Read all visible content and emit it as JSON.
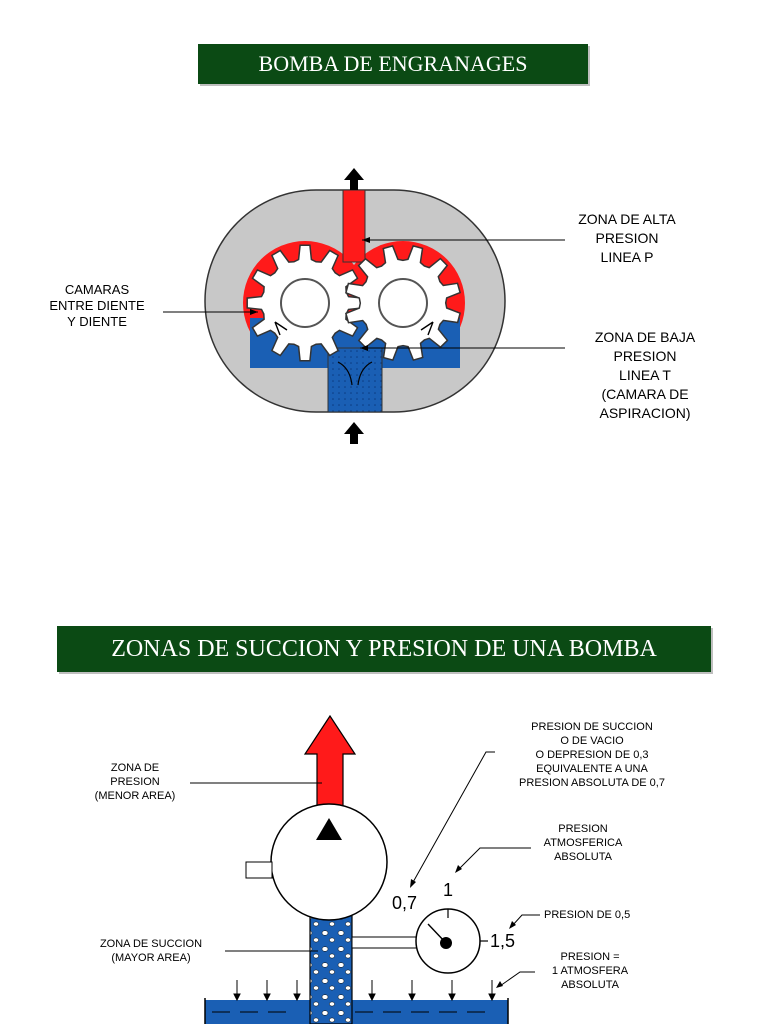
{
  "slide1": {
    "title": "BOMBA DE ENGRANAGES",
    "label_cameras": "CAMARAS\nENTRE DIENTE\nY DIENTE",
    "label_high": "ZONA DE ALTA\nPRESION\nLINEA P",
    "label_low": "ZONA DE BAJA\nPRESION\nLINEA T\n(CAMARA DE\nASPIRACION)"
  },
  "slide2": {
    "title": "ZONAS DE SUCCION Y PRESION DE UNA BOMBA",
    "label_pressure_zone": "ZONA DE\nPRESION\n(MENOR AREA)",
    "label_suction_zone": "ZONA DE SUCCION\n(MAYOR AREA)",
    "label_suction_pressure": "PRESION DE SUCCION\nO DE VACIO\nO DEPRESION DE  0,3\nEQUIVALENTE A UNA\nPRESION ABSOLUTA DE  0,7",
    "label_atm_abs": "PRESION\nATMOSFERICA\nABSOLUTA",
    "label_pressure_05": "PRESION DE  0,5",
    "label_one_atm": "PRESION =\n1 ATMOSFERA\nABSOLUTA",
    "gauge_left": "0,7",
    "gauge_top": "1",
    "gauge_right": "1,5"
  },
  "colors": {
    "title_bg": "#0b4a14",
    "high_pressure": "#ff0000",
    "low_pressure": "#1a5fb4",
    "housing": "#c8c8c8"
  }
}
